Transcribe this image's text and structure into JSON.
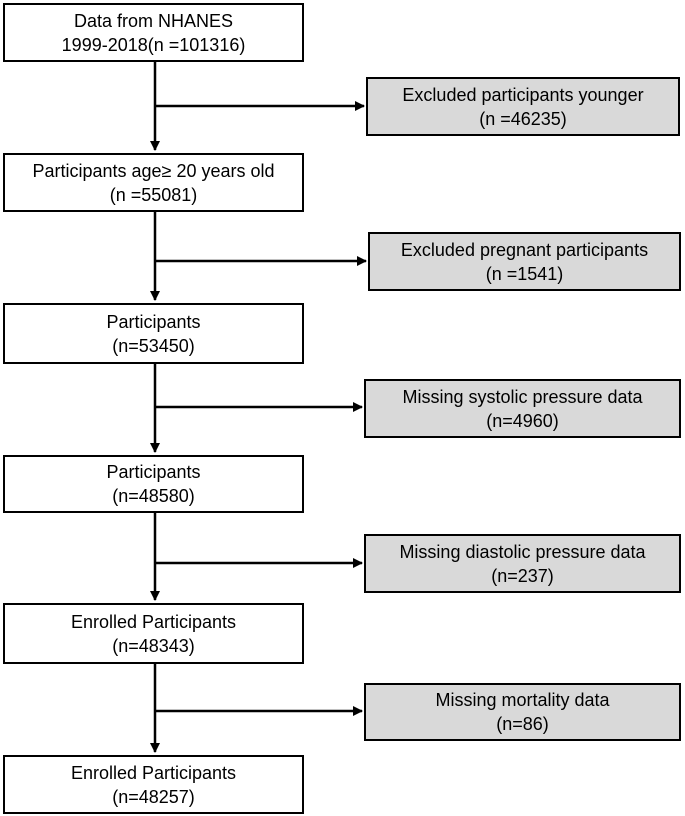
{
  "main_steps": [
    {
      "line1": "Data from NHANES",
      "line2": "1999-2018(n =101316)"
    },
    {
      "line1": "Participants age≥ 20 years old",
      "line2": "(n =55081)"
    },
    {
      "line1": "Participants",
      "line2": "(n=53450)"
    },
    {
      "line1": "Participants",
      "line2": "(n=48580)"
    },
    {
      "line1": "Enrolled Participants",
      "line2": "(n=48343)"
    },
    {
      "line1": "Enrolled Participants",
      "line2": "(n=48257)"
    }
  ],
  "exclusions": [
    {
      "line1": "Excluded participants younger",
      "line2": "(n =46235)"
    },
    {
      "line1": "Excluded pregnant participants",
      "line2": "(n =1541)"
    },
    {
      "line1": "Missing systolic pressure data",
      "line2": "(n=4960)"
    },
    {
      "line1": "Missing diastolic pressure data",
      "line2": "(n=237)"
    },
    {
      "line1": "Missing mortality data",
      "line2": "(n=86)"
    }
  ],
  "colors": {
    "line": "#000000",
    "exclusion_fill": "#d9d9d9",
    "main_fill": "#ffffff"
  }
}
